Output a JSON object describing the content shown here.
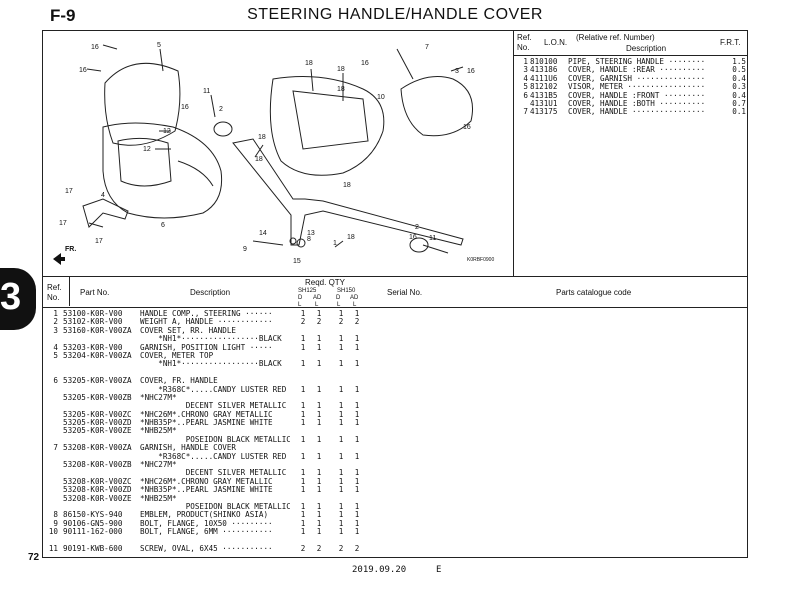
{
  "header": {
    "section_code": "F-9",
    "title": "STEERING HANDLE/HANDLE COVER"
  },
  "side_tab": "3",
  "page_number": "72",
  "footer": {
    "date": "2019.09.20",
    "edition": "E"
  },
  "diagram": {
    "code": "K0RBF0900",
    "front_label": "FR.",
    "callouts": [
      "16",
      "5",
      "16",
      "18",
      "16",
      "7",
      "3",
      "16",
      "18",
      "18",
      "11",
      "2",
      "16",
      "10",
      "16",
      "12",
      "12",
      "18",
      "18",
      "18",
      "17",
      "4",
      "17",
      "17",
      "6",
      "9",
      "14",
      "13",
      "2",
      "11",
      "16",
      "15",
      "8",
      "1",
      "18"
    ]
  },
  "ref_table": {
    "headers": {
      "ref": "Ref.",
      "no": "No.",
      "lon": "L.O.N.",
      "rel": "(Relative ref. Number)",
      "desc": "Description",
      "frt": "F.R.T."
    },
    "rows": [
      {
        "ref": "1",
        "lon": "810100",
        "desc": "PIPE, STEERING HANDLE ········",
        "frt": "1.5"
      },
      {
        "ref": "3",
        "lon": "413186",
        "desc": "COVER, HANDLE :REAR ··········",
        "frt": "0.5"
      },
      {
        "ref": "4",
        "lon": "4111U6",
        "desc": "COVER, GARNISH ···············",
        "frt": "0.4"
      },
      {
        "ref": "5",
        "lon": "812102",
        "desc": "VISOR, METER ·················",
        "frt": "0.3"
      },
      {
        "ref": "6",
        "lon": "4131B5",
        "desc": "COVER, HANDLE :FRONT ·········",
        "frt": "0.4"
      },
      {
        "ref": "",
        "lon": "4131U1",
        "desc": "COVER, HANDLE :BOTH ··········",
        "frt": "0.7"
      },
      {
        "ref": "7",
        "lon": "413175",
        "desc": "COVER, HANDLE ················",
        "frt": "0.1"
      }
    ]
  },
  "parts_table": {
    "headers": {
      "ref": "Ref.",
      "no": "No.",
      "part_no": "Part No.",
      "description": "Description",
      "reqd": "Reqd.  QTY",
      "sh125": "SH125",
      "sh150": "SH150",
      "d1": "D",
      "ad1": "AD",
      "d2": "D",
      "ad2": "AD",
      "l": "L",
      "serial": "Serial No.",
      "catalogue": "Parts catalogue code"
    },
    "rows": [
      {
        "ref": "1",
        "part": "53100-K0R-V00",
        "desc": "HANDLE COMP., STEERING ······",
        "q": [
          "1",
          "1",
          "1",
          "1"
        ]
      },
      {
        "ref": "2",
        "part": "53102-K0R-V00",
        "desc": "WEIGHT A, HANDLE ············",
        "q": [
          "2",
          "2",
          "2",
          "2"
        ]
      },
      {
        "ref": "3",
        "part": "53160-K0R-V00ZA",
        "desc": "COVER SET, RR. HANDLE",
        "q": [
          "",
          "",
          "",
          ""
        ]
      },
      {
        "ref": "",
        "part": "",
        "desc": "    *NH1*·················BLACK",
        "q": [
          "1",
          "1",
          "1",
          "1"
        ]
      },
      {
        "ref": "4",
        "part": "53203-K0R-V00",
        "desc": "GARNISH, POSITION LIGHT ·····",
        "q": [
          "1",
          "1",
          "1",
          "1"
        ]
      },
      {
        "ref": "5",
        "part": "53204-K0R-V00ZA",
        "desc": "COVER, METER TOP",
        "q": [
          "",
          "",
          "",
          ""
        ]
      },
      {
        "ref": "",
        "part": "",
        "desc": "    *NH1*·················BLACK",
        "q": [
          "1",
          "1",
          "1",
          "1"
        ]
      },
      {
        "ref": "",
        "part": "",
        "desc": "",
        "q": [
          "",
          "",
          "",
          ""
        ]
      },
      {
        "ref": "6",
        "part": "53205-K0R-V00ZA",
        "desc": "COVER, FR. HANDLE",
        "q": [
          "",
          "",
          "",
          ""
        ]
      },
      {
        "ref": "",
        "part": "",
        "desc": "    *R368C*.....CANDY LUSTER RED",
        "q": [
          "1",
          "1",
          "1",
          "1"
        ]
      },
      {
        "ref": "",
        "part": "53205-K0R-V00ZB",
        "desc": "*NHC27M*",
        "q": [
          "",
          "",
          "",
          ""
        ]
      },
      {
        "ref": "",
        "part": "",
        "desc": "          DECENT SILVER METALLIC",
        "q": [
          "1",
          "1",
          "1",
          "1"
        ]
      },
      {
        "ref": "",
        "part": "53205-K0R-V00ZC",
        "desc": "*NHC26M*.CHRONO GRAY METALLIC",
        "q": [
          "1",
          "1",
          "1",
          "1"
        ]
      },
      {
        "ref": "",
        "part": "53205-K0R-V00ZD",
        "desc": "*NHB35P*..PEARL JASMINE WHITE",
        "q": [
          "1",
          "1",
          "1",
          "1"
        ]
      },
      {
        "ref": "",
        "part": "53205-K0R-V00ZE",
        "desc": "*NHB25M*",
        "q": [
          "",
          "",
          "",
          ""
        ]
      },
      {
        "ref": "",
        "part": "",
        "desc": "          POSEIDON BLACK METALLIC",
        "q": [
          "1",
          "1",
          "1",
          "1"
        ]
      },
      {
        "ref": "7",
        "part": "53208-K0R-V00ZA",
        "desc": "GARNISH, HANDLE COVER",
        "q": [
          "",
          "",
          "",
          ""
        ]
      },
      {
        "ref": "",
        "part": "",
        "desc": "    *R368C*.....CANDY LUSTER RED",
        "q": [
          "1",
          "1",
          "1",
          "1"
        ]
      },
      {
        "ref": "",
        "part": "53208-K0R-V00ZB",
        "desc": "*NHC27M*",
        "q": [
          "",
          "",
          "",
          ""
        ]
      },
      {
        "ref": "",
        "part": "",
        "desc": "          DECENT SILVER METALLIC",
        "q": [
          "1",
          "1",
          "1",
          "1"
        ]
      },
      {
        "ref": "",
        "part": "53208-K0R-V00ZC",
        "desc": "*NHC26M*.CHRONO GRAY METALLIC",
        "q": [
          "1",
          "1",
          "1",
          "1"
        ]
      },
      {
        "ref": "",
        "part": "53208-K0R-V00ZD",
        "desc": "*NHB35P*..PEARL JASMINE WHITE",
        "q": [
          "1",
          "1",
          "1",
          "1"
        ]
      },
      {
        "ref": "",
        "part": "53208-K0R-V00ZE",
        "desc": "*NHB25M*",
        "q": [
          "",
          "",
          "",
          ""
        ]
      },
      {
        "ref": "",
        "part": "",
        "desc": "          POSEIDON BLACK METALLIC",
        "q": [
          "1",
          "1",
          "1",
          "1"
        ]
      },
      {
        "ref": "8",
        "part": "86150-KYS-940",
        "desc": "EMBLEM, PRODUCT(SHINKO ASIA)",
        "q": [
          "1",
          "1",
          "1",
          "1"
        ]
      },
      {
        "ref": "9",
        "part": "90106-GN5-900",
        "desc": "BOLT, FLANGE, 10X50 ·········",
        "q": [
          "1",
          "1",
          "1",
          "1"
        ]
      },
      {
        "ref": "10",
        "part": "90111-162-000",
        "desc": "BOLT, FLANGE, 6MM ···········",
        "q": [
          "1",
          "1",
          "1",
          "1"
        ]
      },
      {
        "ref": "",
        "part": "",
        "desc": "",
        "q": [
          "",
          "",
          "",
          ""
        ]
      },
      {
        "ref": "11",
        "part": "90191-KWB-600",
        "desc": "SCREW, OVAL, 6X45 ···········",
        "q": [
          "2",
          "2",
          "2",
          "2"
        ]
      }
    ]
  }
}
